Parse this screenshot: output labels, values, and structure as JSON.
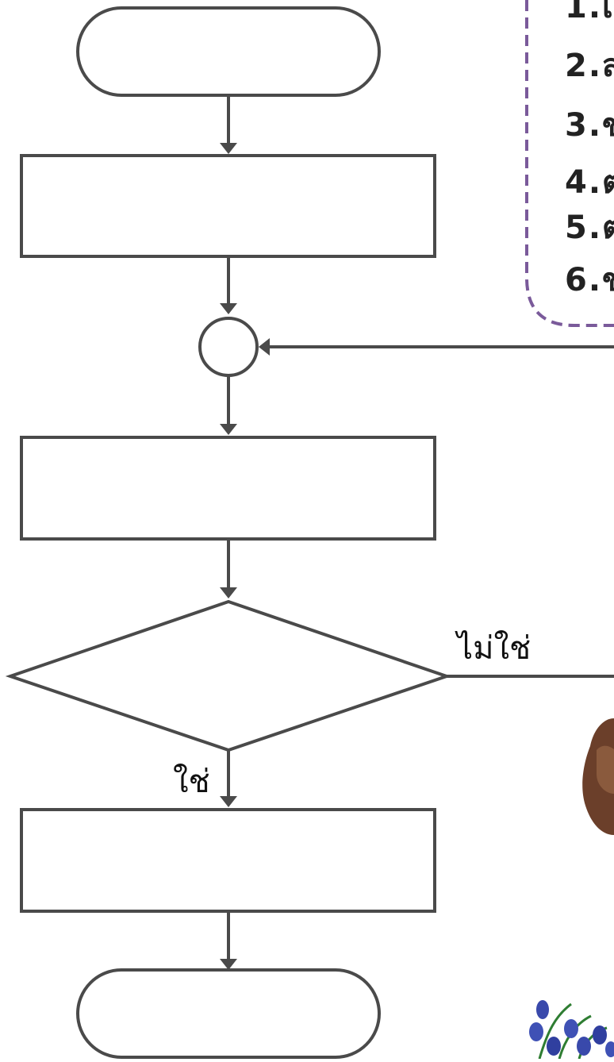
{
  "legend": {
    "items": [
      "1.เ",
      "2.ส",
      "3.ข",
      "4.ต",
      "5.ต",
      "6.ข"
    ]
  },
  "flowchart": {
    "decision": {
      "no_label": "ไม่ใช่",
      "yes_label": "ใช่"
    }
  },
  "decorations": {
    "icons": [
      "bell-flower-icon",
      "brown-figure-icon"
    ]
  },
  "colors": {
    "stroke": "#4a4a4a",
    "legend_border": "#7a5a9a"
  }
}
